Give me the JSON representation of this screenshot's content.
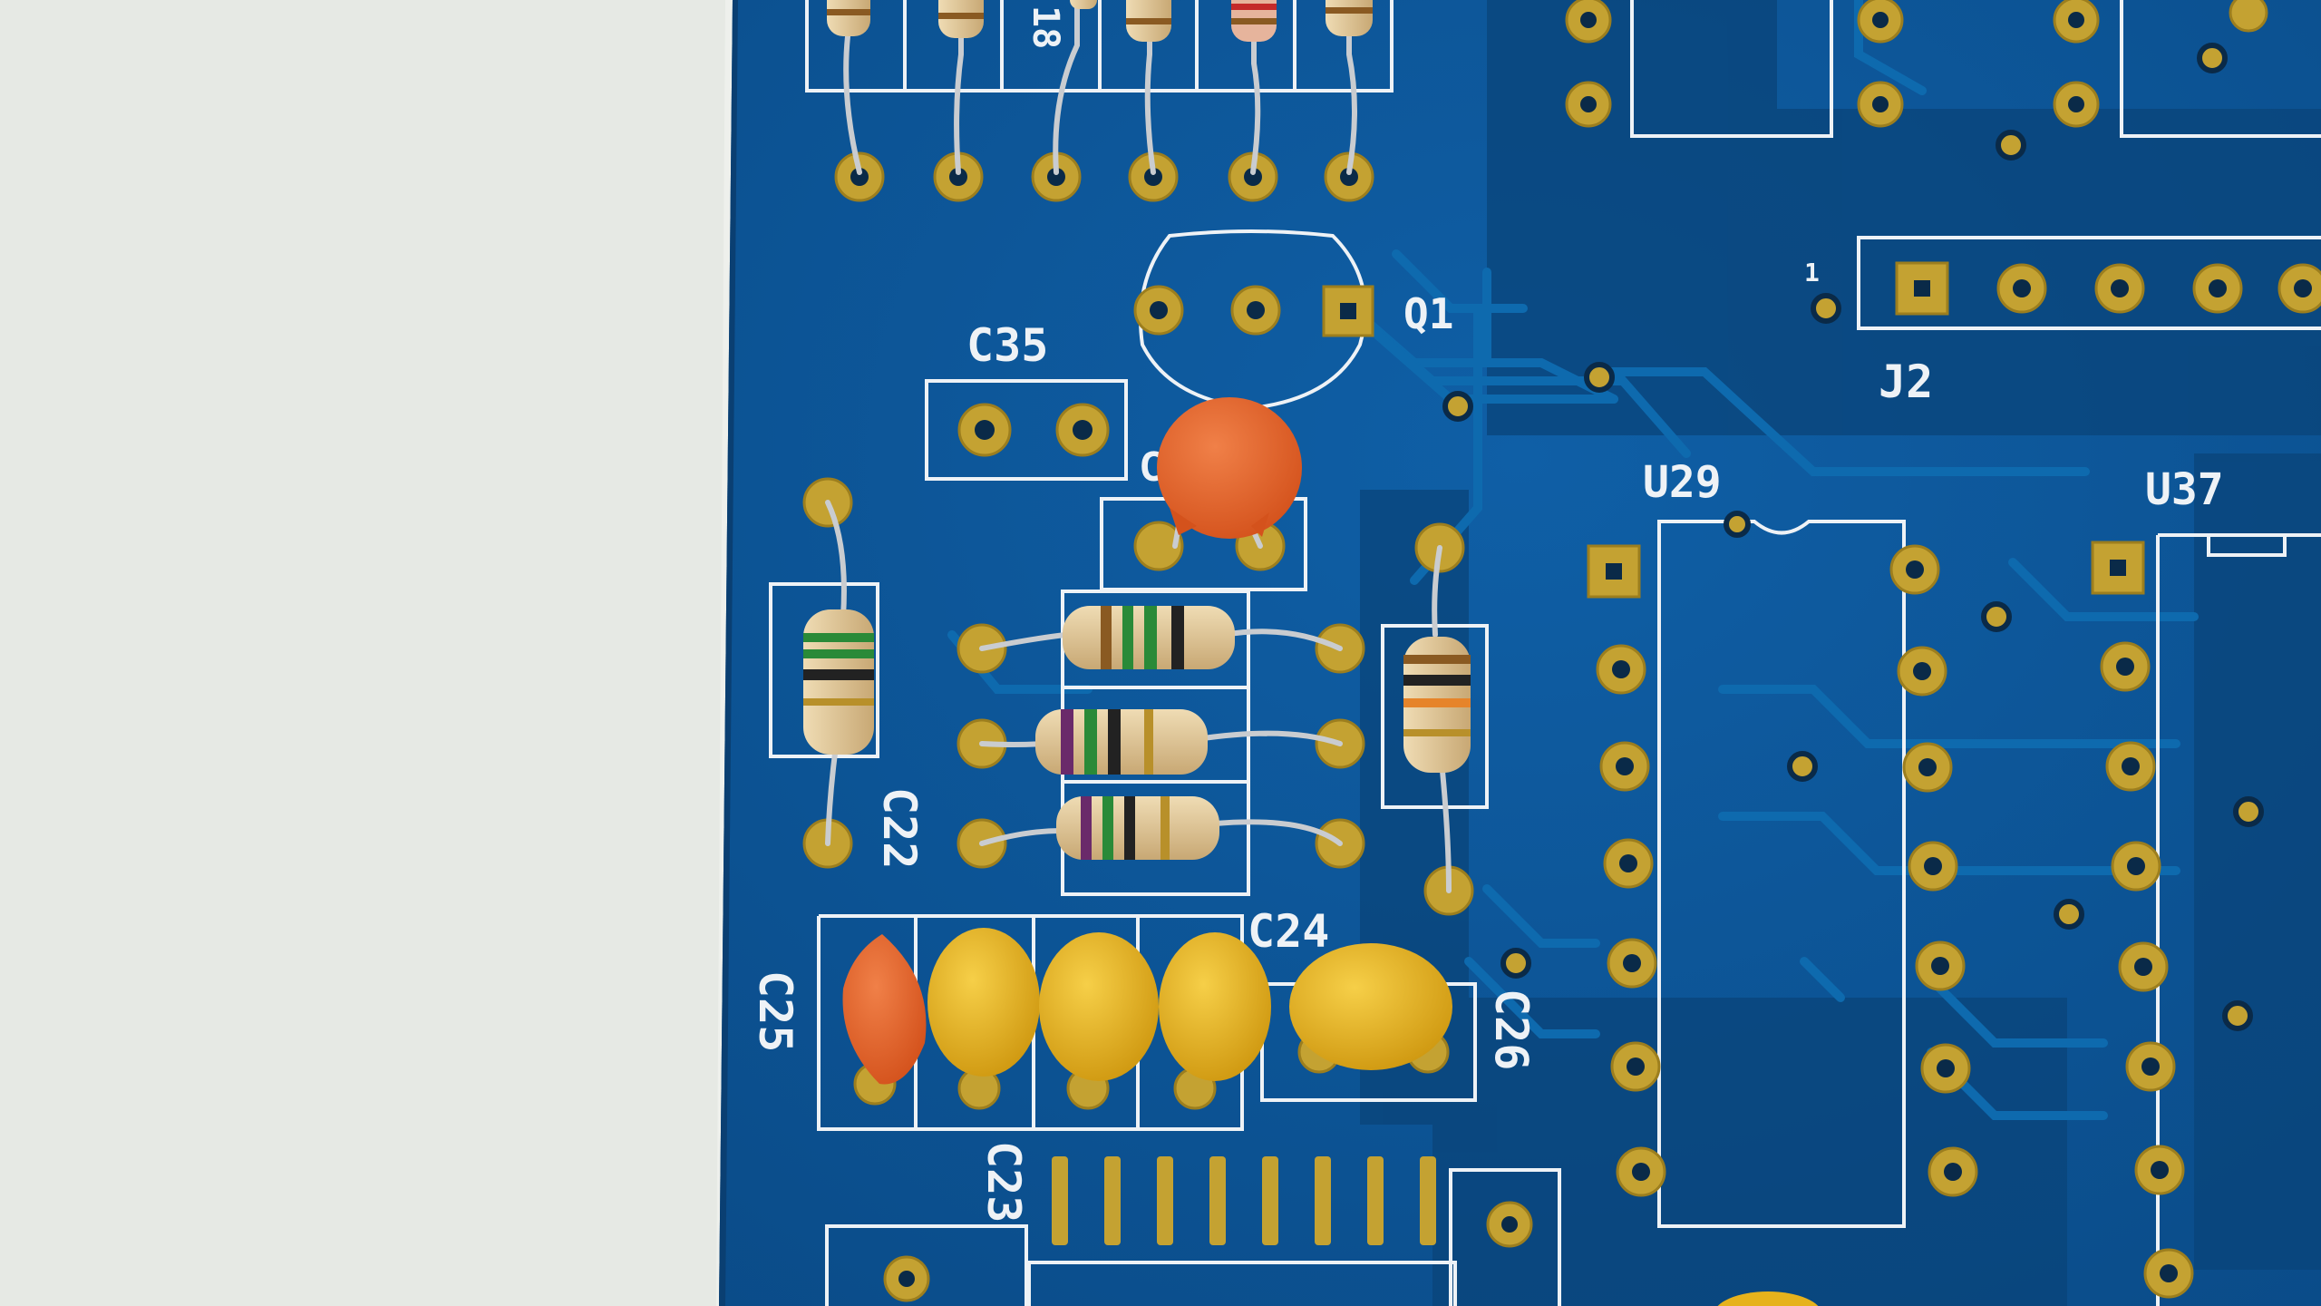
{
  "labels": {
    "q1": "Q1",
    "c35": "C35",
    "j2": "J2",
    "j2_pin1": "1",
    "u29": "U29",
    "u37": "U37",
    "c22": "C22",
    "c24": "C24",
    "c25": "C25",
    "c26": "C26",
    "c23": "C23",
    "r_top_partial": "18",
    "c_partial": "C"
  },
  "colors": {
    "paper": "#eef0ec",
    "board": "#0c5496",
    "silkscreen": "#eef2f6",
    "pad_gold": "#c4a232",
    "resistor_body": "#dcc394",
    "cap_yellow": "#e6b21c",
    "cap_orange": "#e4662a"
  }
}
